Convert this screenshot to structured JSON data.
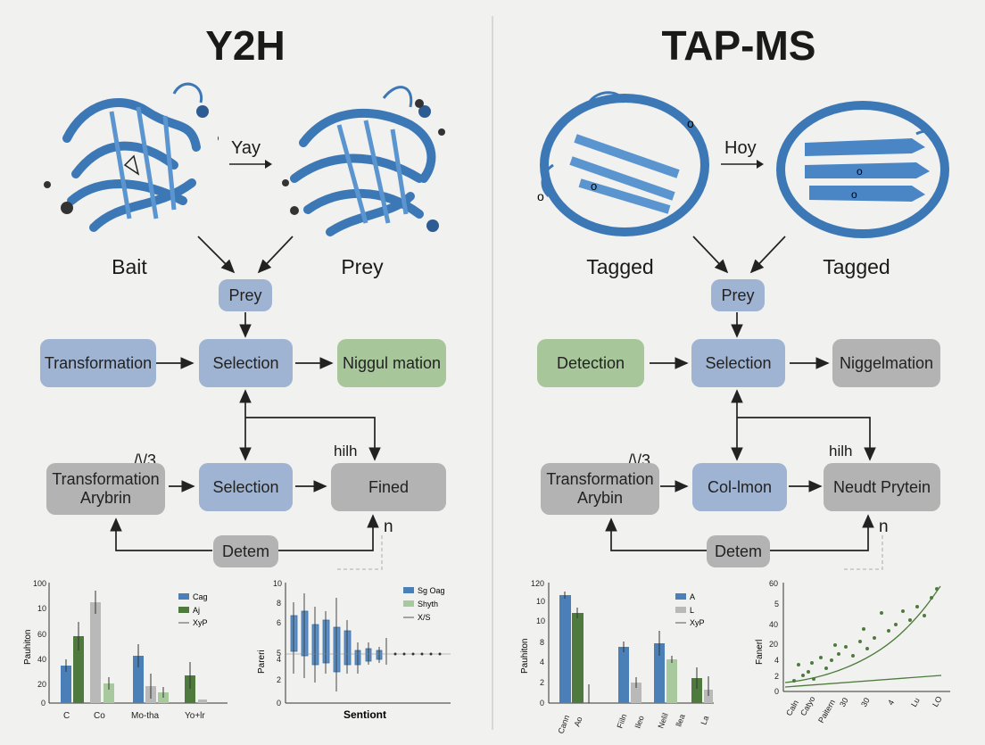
{
  "left": {
    "title": "Y2H",
    "arrow_label": "Yay",
    "protein_left": "Bait",
    "protein_right": "Prey",
    "top_box": "Prey",
    "row1": [
      "Transformation",
      "Selection",
      "Niggul mation"
    ],
    "row2": [
      "Transformation Arybrin",
      "Selection",
      "Fined"
    ],
    "bottom_box": "Detem",
    "note_x3": "/\\/3",
    "note_hilh": "hilh",
    "note_n": "n"
  },
  "right": {
    "title": "TAP-MS",
    "arrow_label": "Hoy",
    "protein_left": "Tagged",
    "protein_right": "Tagged",
    "top_box": "Prey",
    "row1": [
      "Detection",
      "Selection",
      "Niggelmation"
    ],
    "row2": [
      "Transformation Arybin",
      "Col-lmon",
      "Neudt Prytein"
    ],
    "bottom_box": "Detem",
    "note_x3": "/\\/3",
    "note_hilh": "hilh",
    "note_n": "n"
  },
  "colors": {
    "protein": "#3d78b6",
    "blue_box": "#9fb4d2",
    "green_box": "#a7c79b",
    "gray_box": "#b3b3b3"
  },
  "charts": {
    "c1": {
      "ylabel": "Pauhiton",
      "yticks": [
        "100",
        "10",
        "60",
        "40",
        "20",
        "0"
      ],
      "xticks": [
        "C",
        "Co",
        "Mo-tha",
        "Yo+lr"
      ],
      "legend": [
        "Cag",
        "Aj",
        "XyP"
      ]
    },
    "c2": {
      "ylabel": "Pareri",
      "xlabel": "Sentiont",
      "yticks": [
        "10",
        "8",
        "6",
        "5",
        "4",
        "2",
        "0"
      ],
      "legend": [
        "Sg Oag",
        "Shyth",
        "X/S"
      ]
    },
    "c3": {
      "ylabel": "Pauhiton",
      "yticks": [
        "120",
        "10",
        "10",
        "8",
        "4",
        "2",
        "0"
      ],
      "xticks": [
        "Cann",
        "Ao",
        "Fiiln",
        "Ileo",
        "Nelil",
        "llea",
        "La"
      ],
      "legend": [
        "A",
        "L",
        "XyP"
      ]
    },
    "c4": {
      "ylabel": "Fanerl",
      "yticks": [
        "60",
        "5",
        "40",
        "20",
        "4",
        "2",
        "0"
      ],
      "xticks": [
        "Caln",
        "Catyo",
        "Paitern",
        "30",
        "30",
        "4",
        "Lu",
        "LO"
      ]
    }
  }
}
